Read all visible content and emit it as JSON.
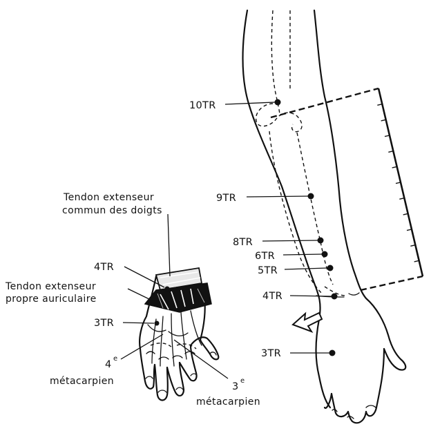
{
  "labels": {
    "p10TR": "10TR",
    "p9TR": "9TR",
    "p8TR": "8TR",
    "p6TR": "6TR",
    "p5TR": "5TR",
    "p4TR_arm": "4TR",
    "p3TR_arm": "3TR",
    "p4TR_hand": "4TR",
    "p3TR_hand": "3TR"
  },
  "captions": {
    "tendon_common_line1": "Tendon extenseur",
    "tendon_common_line2": "commun des doigts",
    "tendon_auric_line1": "Tendon extenseur",
    "tendon_auric_line2": "propre auriculaire",
    "metacarpal4_num": "4",
    "metacarpal4_sup": "e",
    "metacarpal4_word": "métacarpien",
    "metacarpal3_num": "3",
    "metacarpal3_sup": "e",
    "metacarpal3_word": "métacarpien"
  }
}
